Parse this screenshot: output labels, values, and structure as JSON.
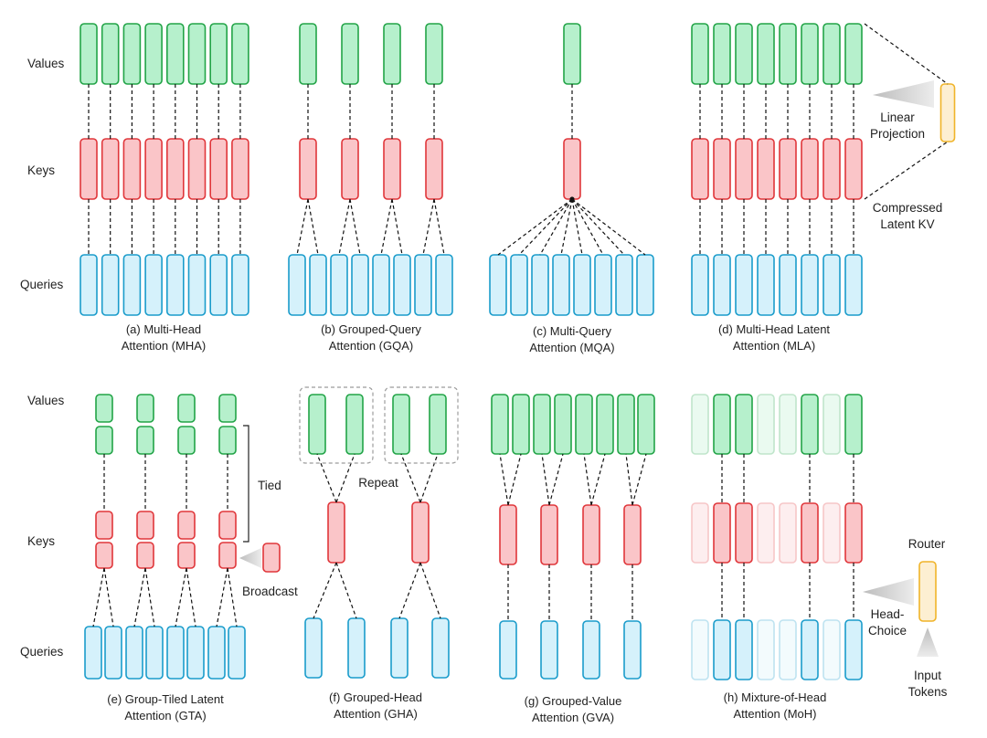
{
  "row_labels": {
    "values": "Values",
    "keys": "Keys",
    "queries": "Queries"
  },
  "panels": {
    "mha": {
      "caption_line1": "(a) Multi-Head",
      "caption_line2": "Attention (MHA)"
    },
    "gqa": {
      "caption_line1": "(b) Grouped-Query",
      "caption_line2": "Attention (GQA)"
    },
    "mqa": {
      "caption_line1": "(c) Multi-Query",
      "caption_line2": "Attention (MQA)"
    },
    "mla": {
      "caption_line1": "(d) Multi-Head Latent",
      "caption_line2": "Attention (MLA)",
      "projection_line1": "Linear",
      "projection_line2": "Projection",
      "latent_line1": "Compressed",
      "latent_line2": "Latent KV"
    },
    "gta": {
      "caption_line1": "(e) Group-Tiled Latent",
      "caption_line2": "Attention (GTA)",
      "tied": "Tied",
      "broadcast": "Broadcast"
    },
    "gha": {
      "caption_line1": "(f) Grouped-Head",
      "caption_line2": "Attention (GHA)",
      "repeat": "Repeat"
    },
    "gva": {
      "caption_line1": "(g) Grouped-Value",
      "caption_line2": "Attention (GVA)"
    },
    "moh": {
      "caption_line1": "(h) Mixture-of-Head",
      "caption_line2": "Attention (MoH)",
      "router": "Router",
      "choice_line1": "Head-",
      "choice_line2": "Choice",
      "input_line1": "Input",
      "input_line2": "Tokens"
    }
  },
  "colors": {
    "values_fill": "#b6f0cc",
    "values_stroke": "#22a447",
    "keys_fill": "#fac5c8",
    "keys_stroke": "#e0363a",
    "queries_fill": "#d5f1fb",
    "queries_stroke": "#1a9ccb",
    "latent_fill": "#fdefd2",
    "latent_stroke": "#f0b429",
    "connector": "#111111",
    "arrow": "#c8c8c8"
  }
}
